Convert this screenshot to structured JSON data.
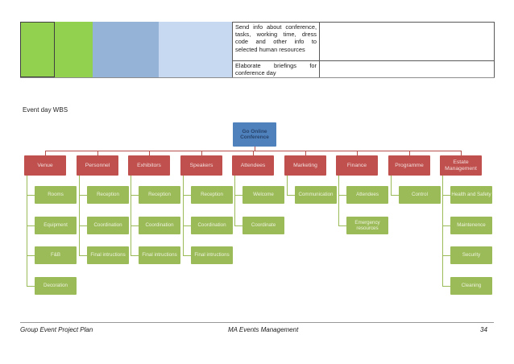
{
  "table": {
    "row1": "Send info about conference, tasks, working time, dress code and other info to selected human resources",
    "row2": "Elaborate briefings for conference day"
  },
  "wbs": {
    "title": "Event day WBS",
    "root_label": "Go Online Conference",
    "branches": [
      {
        "label": "Venue",
        "children": [
          "Rooms",
          "Equipment",
          "F&B",
          "Decoration"
        ]
      },
      {
        "label": "Personnel",
        "children": [
          "Reception",
          "Coordination",
          "Final intructions"
        ]
      },
      {
        "label": "Exhibitors",
        "children": [
          "Reception",
          "Coordination",
          "Final intructions"
        ]
      },
      {
        "label": "Speakers",
        "children": [
          "Reception",
          "Coordination",
          "Final intructions"
        ]
      },
      {
        "label": "Attendees",
        "children": [
          "Welcome",
          "Coordinate"
        ]
      },
      {
        "label": "Marketing",
        "children": [
          "Communication"
        ]
      },
      {
        "label": "Finance",
        "children": [
          "Attendees",
          "Emergency resources"
        ]
      },
      {
        "label": "Programme",
        "children": [
          "Control"
        ]
      },
      {
        "label": "Estate Management",
        "children": [
          "Health and Safety",
          "Maintenence",
          "Security",
          "Cleaning"
        ]
      }
    ]
  },
  "footer": {
    "left": "Group Event Project Plan",
    "center": "MA Events Management",
    "page": "34"
  },
  "colors": {
    "table_green": "#92d050",
    "table_blue_medium": "#95b3d7",
    "table_blue_light": "#c6d9f1",
    "node_blue": "#4f81bd",
    "node_blue_text": "#26436b",
    "node_red": "#c0504d",
    "node_red_text": "#f1dedd",
    "node_green": "#9bbb59",
    "node_green_text": "#eef3dd",
    "connector_red": "#b5504c",
    "connector_green": "#9bbb59"
  }
}
